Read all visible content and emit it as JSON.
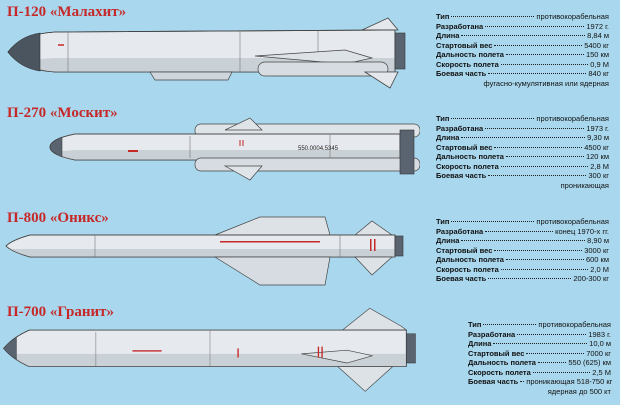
{
  "missiles": [
    {
      "title": "П-120 «Малахит»",
      "specs": [
        {
          "label": "Тип",
          "value": "противокорабельная"
        },
        {
          "label": "Разработана",
          "value": "1972 г."
        },
        {
          "label": "Длина",
          "value": "8,84 м"
        },
        {
          "label": "Стартовый вес",
          "value": "5400 кг"
        },
        {
          "label": "Дальность полета",
          "value": "150 км"
        },
        {
          "label": "Скорость полета",
          "value": "0,9 М"
        },
        {
          "label": "Боевая часть",
          "value": "840 кг"
        }
      ],
      "extra": "фугасно-кумулятивная или ядерная"
    },
    {
      "title": "П-270 «Москит»",
      "marking": "550.0004.5345",
      "specs": [
        {
          "label": "Тип",
          "value": "противокорабельная"
        },
        {
          "label": "Разработана",
          "value": "1973 г."
        },
        {
          "label": "Длина",
          "value": "9,30 м"
        },
        {
          "label": "Стартовый вес",
          "value": "4500 кг"
        },
        {
          "label": "Дальность полета",
          "value": "120 км"
        },
        {
          "label": "Скорость полета",
          "value": "2,8 М"
        },
        {
          "label": "Боевая часть",
          "value": "300 кг"
        }
      ],
      "extra": "проникающая"
    },
    {
      "title": "П-800 «Оникс»",
      "specs": [
        {
          "label": "Тип",
          "value": "противокорабельная"
        },
        {
          "label": "Разработана",
          "value": "конец 1970-х гг."
        },
        {
          "label": "Длина",
          "value": "8,90 м"
        },
        {
          "label": "Стартовый вес",
          "value": "3000 кг"
        },
        {
          "label": "Дальность полета",
          "value": "600 км"
        },
        {
          "label": "Скорость полета",
          "value": "2,0 М"
        },
        {
          "label": "Боевая часть",
          "value": "200-300 кг"
        }
      ],
      "extra": ""
    },
    {
      "title": "П-700 «Гранит»",
      "specs": [
        {
          "label": "Тип",
          "value": "противокорабельная"
        },
        {
          "label": "Разработана",
          "value": "1983 г."
        },
        {
          "label": "Длина",
          "value": "10,0 м"
        },
        {
          "label": "Стартовый вес",
          "value": "7000 кг"
        },
        {
          "label": "Дальность полета",
          "value": "550 (625) км"
        },
        {
          "label": "Скорость полета",
          "value": "2,5 М"
        },
        {
          "label": "Боевая часть",
          "value": "проникающая 518-750 кг"
        }
      ],
      "extra": "ядерная до 500 кт"
    }
  ]
}
